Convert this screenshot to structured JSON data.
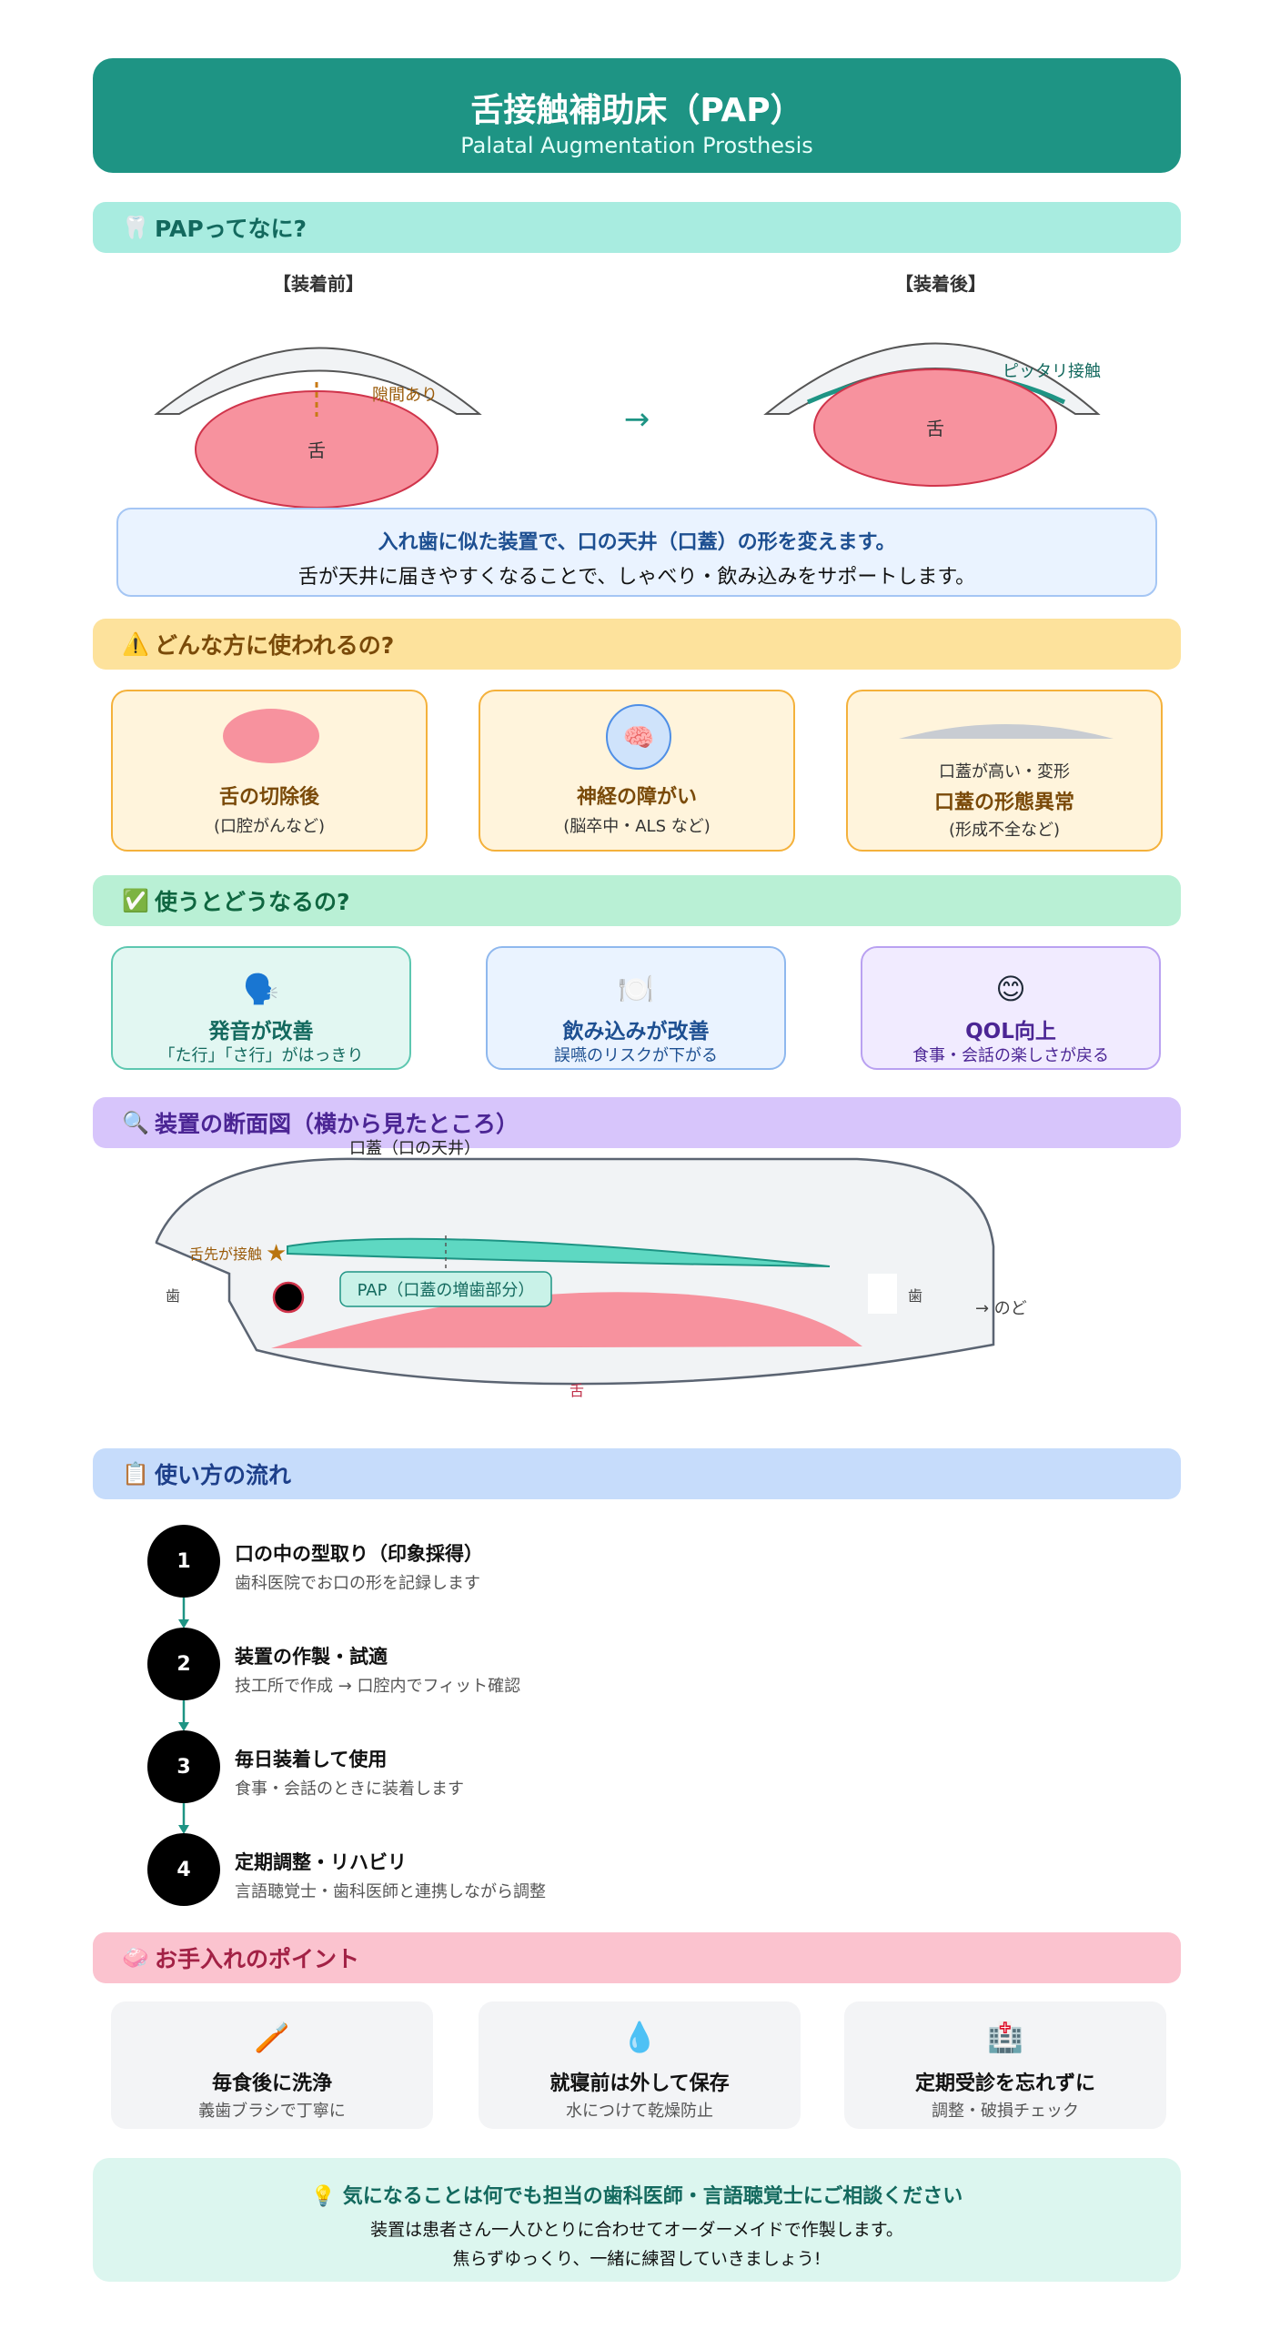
{
  "header": {
    "title": "舌接触補助床（PAP）",
    "subtitle": "Palatal Augmentation Prosthesis"
  },
  "sections": {
    "what": {
      "icon": "🦷",
      "title": "PAPってなに?"
    },
    "who": {
      "icon": "⚠️",
      "title": "どんな方に使われるの?"
    },
    "effects": {
      "icon": "✅",
      "title": "使うとどうなるの?"
    },
    "cross_section": {
      "icon": "🔍",
      "title": "装置の断面図（横から見たところ）"
    },
    "flow": {
      "icon": "📋",
      "title": "使い方の流れ"
    },
    "care": {
      "icon": "🧼",
      "title": "お手入れのポイント"
    }
  },
  "comparison": {
    "before_label": "【装着前】",
    "after_label": "【装着後】",
    "gap_label": "隙間あり",
    "contact_label": "ピッタリ接触",
    "tongue_label": "舌",
    "arrow": "→"
  },
  "info": {
    "line1": "入れ歯に似た装置で、口の天井（口蓋）の形を変えます。",
    "line2": "舌が天井に届きやすくなることで、しゃべり・飲み込みをサポートします。"
  },
  "users": [
    {
      "pre": "",
      "title": "舌の切除後",
      "sub": "(口腔がんなど)"
    },
    {
      "pre": "",
      "icon": "🧠",
      "title": "神経の障がい",
      "sub": "(脳卒中・ALS など)"
    },
    {
      "pre": "口蓋が高い・変形",
      "title": "口蓋の形態異常",
      "sub": "(形成不全など)"
    }
  ],
  "effects": [
    {
      "icon": "🗣️",
      "title": "発音が改善",
      "sub": "「た行」「さ行」がはっきり"
    },
    {
      "icon": "🍽️",
      "title": "飲み込みが改善",
      "sub": "誤嚥のリスクが下がる"
    },
    {
      "icon": "😊",
      "title": "QOL向上",
      "sub": "食事・会話の楽しさが戻る"
    }
  ],
  "cross_section": {
    "palate_label": "口蓋（口の天井）",
    "tip_label": "舌先が接触",
    "pap_label": "PAP（口蓋の増歯部分）",
    "teeth_front": "歯",
    "teeth_back": "歯",
    "throat_label": "→ のど",
    "tongue_label": "舌"
  },
  "steps": [
    {
      "num": "1",
      "title": "口の中の型取り（印象採得）",
      "desc": "歯科医院でお口の形を記録します"
    },
    {
      "num": "2",
      "title": "装置の作製・試適",
      "desc": "技工所で作成 → 口腔内でフィット確認"
    },
    {
      "num": "3",
      "title": "毎日装着して使用",
      "desc": "食事・会話のときに装着します"
    },
    {
      "num": "4",
      "title": "定期調整・リハビリ",
      "desc": "言語聴覚士・歯科医師と連携しながら調整"
    }
  ],
  "care": [
    {
      "icon": "🪥",
      "title": "毎食後に洗浄",
      "sub": "義歯ブラシで丁寧に"
    },
    {
      "icon": "💧",
      "title": "就寝前は外して保存",
      "sub": "水につけて乾燥防止"
    },
    {
      "icon": "🏥",
      "title": "定期受診を忘れずに",
      "sub": "調整・破損チェック"
    }
  ],
  "footer": {
    "line1": "💡 気になることは何でも担当の歯科医師・言語聴覚士にご相談ください",
    "line2": "装置は患者さん一人ひとりに合わせてオーダーメイドで作製します。",
    "line3": "焦らずゆっくり、一緒に練習していきましょう!"
  },
  "colors": {
    "primary": "#1e9484",
    "tongue": "#f7929e",
    "pap": "#5ed8c2"
  }
}
